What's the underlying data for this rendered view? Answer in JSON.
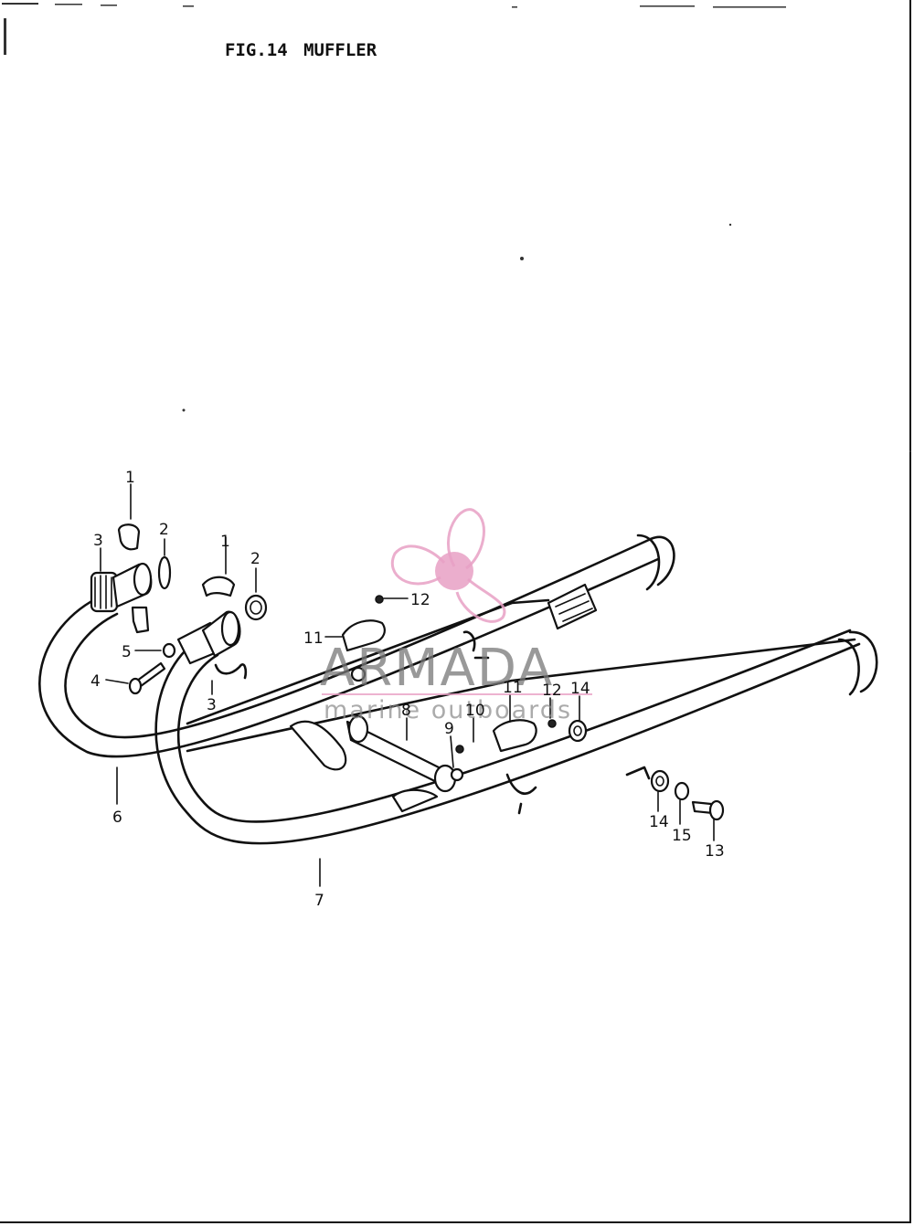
{
  "figure": {
    "title": "FIG.14  MUFFLER"
  },
  "watermark": {
    "brand": "ARMADA",
    "tagline": "marine outboards",
    "logo_icon": "propeller-icon",
    "logo_color": "#e8a0c4"
  },
  "callouts": [
    "1",
    "2",
    "3",
    "1",
    "2",
    "5",
    "4",
    "3",
    "6",
    "11",
    "12",
    "8",
    "10",
    "9",
    "11",
    "12",
    "14",
    "14",
    "15",
    "13",
    "7"
  ]
}
